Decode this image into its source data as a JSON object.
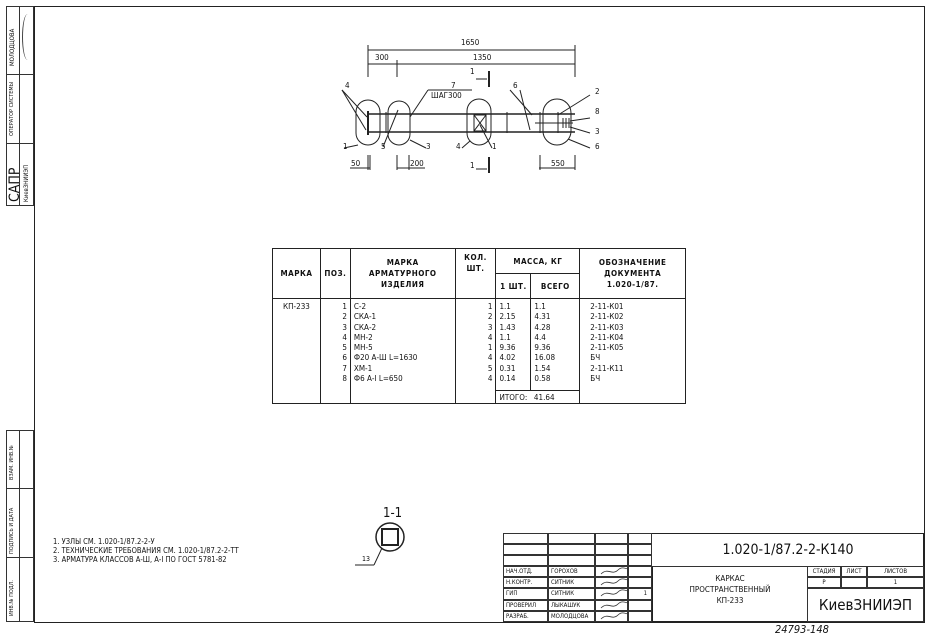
{
  "left_strip": {
    "org_big": "САПР",
    "org_small": "КиевЗНИИЭП",
    "operator_label": "ОПЕРАТОР СИСТЕМЫ",
    "operator_name": "МОЛОДЦОВА",
    "inv_orig": "ИНВ.№ ПОДЛ.",
    "sign_date": "ПОДПИСЬ И ДАТА",
    "vzam_inv": "ВЗАМ. ИНВ.№"
  },
  "drawing": {
    "dims": {
      "total": "1650",
      "left": "300",
      "mid": "1350",
      "d50": "50",
      "d200": "200",
      "d550": "550"
    },
    "step_label": "ШАГ300",
    "callouts": [
      "4",
      "1",
      "5",
      "3",
      "7",
      "4",
      "1",
      "6",
      "2",
      "8",
      "3",
      "6"
    ],
    "section_mark": "1"
  },
  "spec_table": {
    "headers": {
      "mark": "МАРКА",
      "pos": "ПОЗ.",
      "item_1": "МАРКА",
      "item_2": "АРМАТУРНОГО",
      "item_3": "ИЗДЕЛИЯ",
      "qty_1": "КОЛ.",
      "qty_2": "ШТ.",
      "mass": "МАССА, КГ",
      "mass_one": "1 ШТ.",
      "mass_total": "ВСЕГО",
      "doc_1": "ОБОЗНАЧЕНИЕ",
      "doc_2": "ДОКУМЕНТА",
      "doc_3": "1.020-1/87."
    },
    "mark": "КП-233",
    "rows": [
      {
        "pos": "1",
        "item": "С-2",
        "qty": "1",
        "one": "1.1",
        "total": "1.1",
        "doc": "2-11-К01"
      },
      {
        "pos": "2",
        "item": "СКА-1",
        "qty": "2",
        "one": "2.15",
        "total": "4.31",
        "doc": "2-11-К02"
      },
      {
        "pos": "3",
        "item": "СКА-2",
        "qty": "3",
        "one": "1.43",
        "total": "4.28",
        "doc": "2-11-К03"
      },
      {
        "pos": "4",
        "item": "МН-2",
        "qty": "4",
        "one": "1.1",
        "total": "4.4",
        "doc": "2-11-К04"
      },
      {
        "pos": "5",
        "item": "МН-5",
        "qty": "1",
        "one": "9.36",
        "total": "9.36",
        "doc": "2-11-К05"
      },
      {
        "pos": "6",
        "item": "Ф20 А-Ш L=1630",
        "qty": "4",
        "one": "4.02",
        "total": "16.08",
        "doc": "БЧ"
      },
      {
        "pos": "7",
        "item": "ХМ-1",
        "qty": "5",
        "one": "0.31",
        "total": "1.54",
        "doc": "2-11-К11"
      },
      {
        "pos": "8",
        "item": "Ф6 А-I L=650",
        "qty": "4",
        "one": "0.14",
        "total": "0.58",
        "doc": "БЧ"
      }
    ],
    "total_label": "ИТОГО:",
    "total_value": "41.64"
  },
  "notes": [
    "1. УЗЛЫ СМ. 1.020-1/87.2-2-У",
    "2. ТЕХНИЧЕСКИЕ ТРЕБОВАНИЯ СМ. 1.020-1/87.2-2-ТТ",
    "3. АРМАТУРА КЛАССОВ А-Ш, А-I ПО ГОСТ 5781-82"
  ],
  "section": {
    "title": "1-1",
    "callout": "13"
  },
  "title_block": {
    "code": "1.020-1/87.2-2-К140",
    "roles": [
      {
        "role": "НАЧ.ОТД.",
        "name": "ГОРОХОВ"
      },
      {
        "role": "Н.КОНТР.",
        "name": "СИТНИК"
      },
      {
        "role": "ГИП",
        "name": "СИТНИК"
      },
      {
        "role": "ПРОВЕРИЛ",
        "name": "ЛЫКАШУК"
      },
      {
        "role": "РАЗРАБ.",
        "name": "МОЛОДЦОВА"
      }
    ],
    "misc_1": "1",
    "name_1": "КАРКАС",
    "name_2": "ПРОСТРАНСТВЕННЫЙ",
    "name_3": "КП-233",
    "stage_label": "СТАДИЯ",
    "sheet_label": "ЛИСТ",
    "sheets_label": "ЛИСТОВ",
    "stage": "Р",
    "sheets": "1",
    "org": "КиевЗНИИЭП"
  },
  "archive_number": "24793-148"
}
